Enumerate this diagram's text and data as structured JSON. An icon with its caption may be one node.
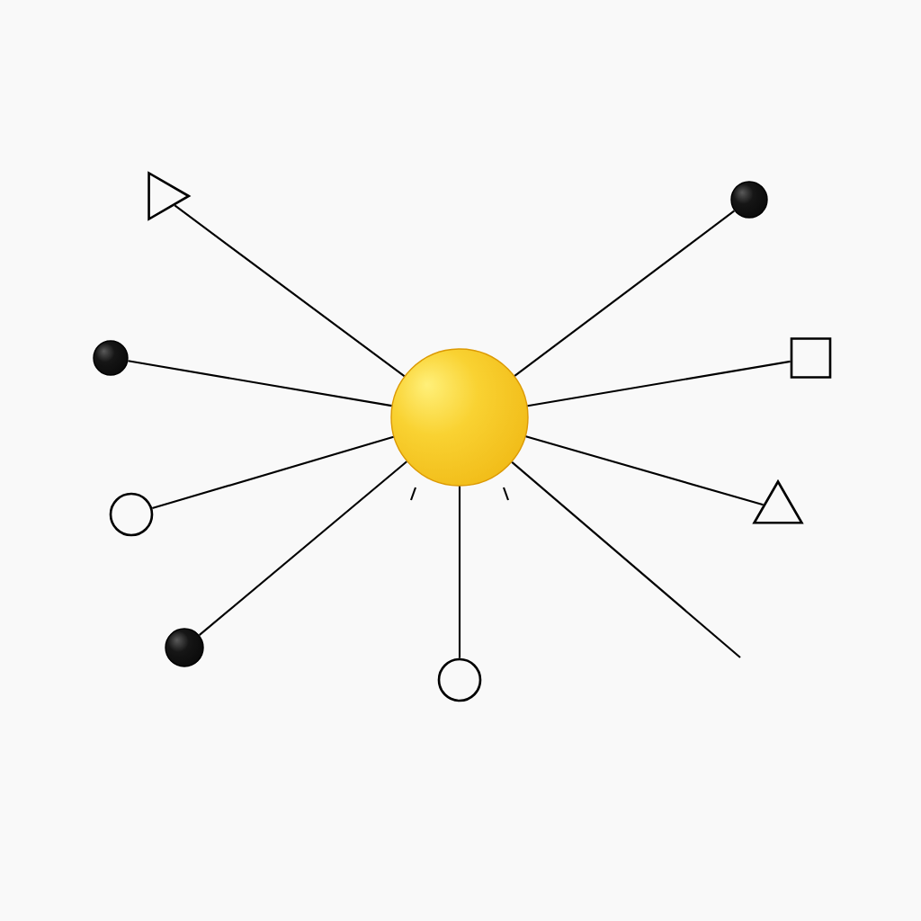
{
  "diagram": {
    "nodes": [
      {
        "text": [],
        "shape": "triangle"
      },
      {
        "text": [],
        "shape": "dot"
      },
      {
        "text": [],
        "shape": "dot"
      },
      {
        "text": [],
        "shape": "square"
      },
      {
        "text": [],
        "shape": "sphere"
      },
      {
        "text": [],
        "shape": "circle"
      },
      {
        "text": [],
        "shape": "triangle"
      },
      {
        "text": [],
        "shape": "dot"
      },
      {
        "text": [],
        "shape": "circle"
      }
    ],
    "edges": [
      {
        "from": 4,
        "to": 0,
        "arrow": "none"
      },
      {
        "from": 4,
        "to": 1,
        "arrow": "none"
      },
      {
        "from": 4,
        "to": 2,
        "arrow": "none"
      },
      {
        "from": 4,
        "to": 3,
        "arrow": "none"
      },
      {
        "from": 4,
        "to": 5,
        "arrow": "none"
      },
      {
        "from": 4,
        "to": 6,
        "arrow": "none"
      },
      {
        "from": 4,
        "to": 7,
        "arrow": "none"
      },
      {
        "from": 4,
        "to": 8,
        "arrow": "none"
      },
      {
        "from": 4,
        "to": null,
        "arrow": "none"
      }
    ]
  }
}
